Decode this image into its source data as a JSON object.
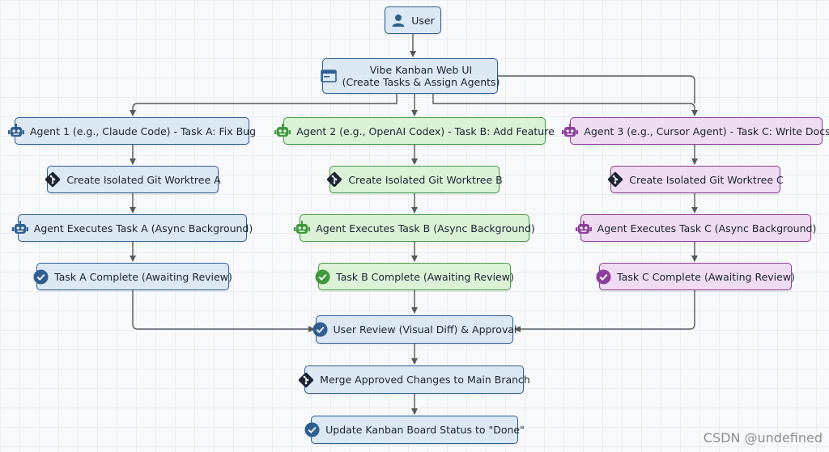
{
  "user": {
    "label": "User"
  },
  "webui": {
    "line1": "Vibe Kanban Web UI",
    "line2": "(Create Tasks & Assign Agents)"
  },
  "lanes": {
    "a": {
      "agent": "Agent 1 (e.g., Claude Code) - Task A: Fix Bug",
      "worktree": "Create Isolated Git Worktree A",
      "execute": "Agent Executes Task A (Async Background)",
      "complete": "Task A Complete (Awaiting Review)",
      "color": "#2f5f91"
    },
    "b": {
      "agent": "Agent 2 (e.g., OpenAI Codex) - Task B: Add Feature",
      "worktree": "Create Isolated Git Worktree B",
      "execute": "Agent Executes Task B (Async Background)",
      "complete": "Task B Complete (Awaiting Review)",
      "color": "#3f9a3c"
    },
    "c": {
      "agent": "Agent 3 (e.g., Cursor Agent) - Task C: Write Docs",
      "worktree": "Create Isolated Git Worktree C",
      "execute": "Agent Executes Task C (Async Background)",
      "complete": "Task C Complete (Awaiting Review)",
      "color": "#8b3f9a"
    }
  },
  "review": {
    "label": "User Review (Visual Diff) & Approval"
  },
  "merge": {
    "label": "Merge Approved Changes to Main Branch"
  },
  "update": {
    "label": "Update Kanban Board Status to \"Done\""
  },
  "watermark": "CSDN @undefined",
  "colors": {
    "blue": "#2f5f91",
    "green": "#3f9a3c",
    "purple": "#8b3f9a",
    "arrow": "#555a60"
  },
  "icons": {
    "user": "user-icon",
    "webui": "browser-window-icon",
    "agent": "robot-icon",
    "worktree": "git-icon",
    "complete": "check-circle-icon"
  }
}
